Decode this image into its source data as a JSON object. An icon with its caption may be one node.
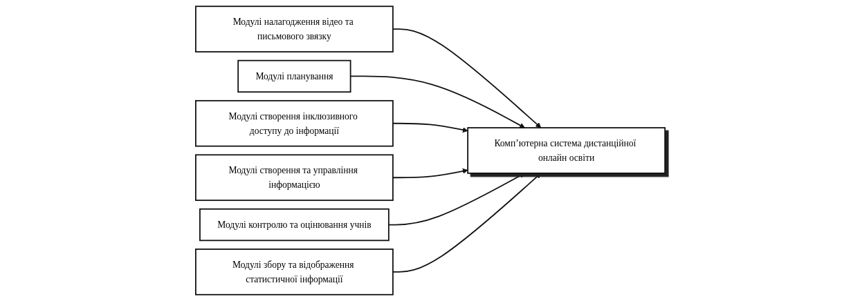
{
  "diagram": {
    "nodes": [
      {
        "text": [
          "Модулі налагодження відео та письмового звязку"
        ]
      },
      {
        "text": [
          "Модулі створення та управління інформацією"
        ]
      },
      {
        "text": [
          "Модулі планування"
        ]
      },
      {
        "text": [
          "Комп’ютерна система дистанційної онлайн освіти"
        ]
      },
      {
        "text": [
          "Модулі контролю та оцінювання учнів"
        ]
      },
      {
        "text": [
          "Модулі створення інклюзивного доступу до інформації"
        ]
      },
      {
        "text": [
          "Модулі збору та відображення статистичної інформації"
        ]
      }
    ],
    "edges": [
      {
        "from": 0,
        "to": 3,
        "arrow": "to"
      },
      {
        "from": 2,
        "to": 3,
        "arrow": "to"
      },
      {
        "from": 5,
        "to": 3,
        "arrow": "to"
      },
      {
        "from": 1,
        "to": 3,
        "arrow": "to"
      },
      {
        "from": 4,
        "to": 3,
        "arrow": "to"
      },
      {
        "from": 6,
        "to": 3,
        "arrow": "to"
      }
    ]
  }
}
